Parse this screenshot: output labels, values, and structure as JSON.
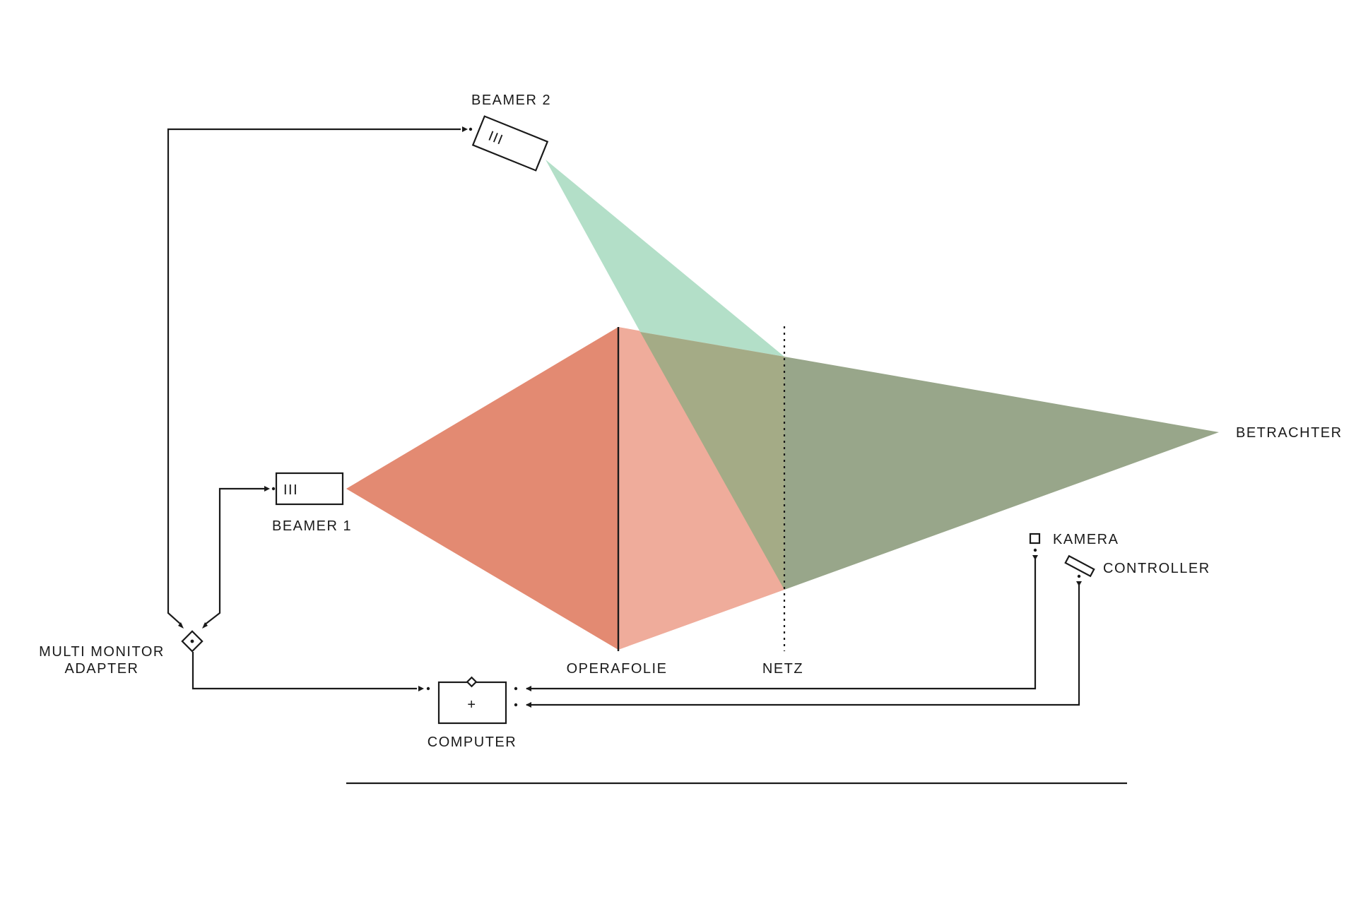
{
  "labels": {
    "beamer_2": "BEAMER 2",
    "beamer_1": "BEAMER 1",
    "betrachter": "BETRACHTER",
    "kamera": "KAMERA",
    "controller": "CONTROLLER",
    "multi_monitor_line1": "MULTI MONITOR",
    "multi_monitor_line2": "ADAPTER",
    "operafolie": "OPERAFOLIE",
    "netz": "NETZ",
    "computer": "COMPUTER",
    "computer_symbol": "+",
    "projector_symbol": "III"
  },
  "colors": {
    "beamer1_cone": "#e07a5f",
    "beamer1_through_foil": "#eea592",
    "beamer2_cone": "#9fd8bc",
    "overlap_cone": "#8c9b7a",
    "overlap_center": "#a5a880",
    "line": "#1a1a1a"
  }
}
